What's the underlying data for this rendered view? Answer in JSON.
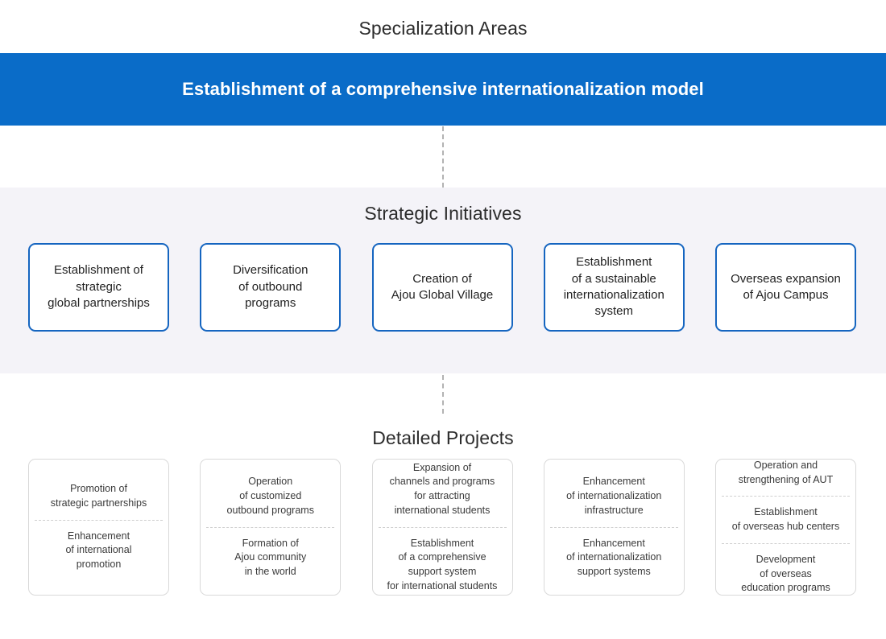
{
  "specialization": {
    "heading": "Specialization Areas",
    "banner_text": "Establishment of a comprehensive internationalization model",
    "banner_color": "#0a6cc8"
  },
  "initiatives": {
    "heading": "Strategic Initiatives",
    "band_color": "#f4f3f8",
    "box_border_color": "#1565c0",
    "items": [
      {
        "label": "Establishment of\nstrategic\nglobal partnerships"
      },
      {
        "label": "Diversification\nof outbound\nprograms"
      },
      {
        "label": "Creation of\nAjou Global Village"
      },
      {
        "label": "Establishment\nof a sustainable\ninternationalization\nsystem"
      },
      {
        "label": "Overseas expansion\nof Ajou Campus"
      }
    ]
  },
  "projects": {
    "heading": "Detailed Projects",
    "box_border_color": "#d9d9d9",
    "columns": [
      {
        "items": [
          "Promotion of\nstrategic partnerships",
          "Enhancement\nof international\npromotion"
        ]
      },
      {
        "items": [
          "Operation\nof customized\noutbound programs",
          "Formation of\nAjou community\nin the world"
        ]
      },
      {
        "items": [
          "Expansion of\nchannels and programs\nfor attracting\ninternational students",
          "Establishment\nof a comprehensive\nsupport system\nfor international students"
        ]
      },
      {
        "items": [
          "Enhancement\nof internationalization\ninfrastructure",
          "Enhancement\nof internationalization\nsupport systems"
        ]
      },
      {
        "items": [
          "Operation and\nstrengthening of AUT",
          "Establishment\nof overseas hub centers",
          "Development\nof overseas\neducation programs"
        ]
      }
    ]
  }
}
